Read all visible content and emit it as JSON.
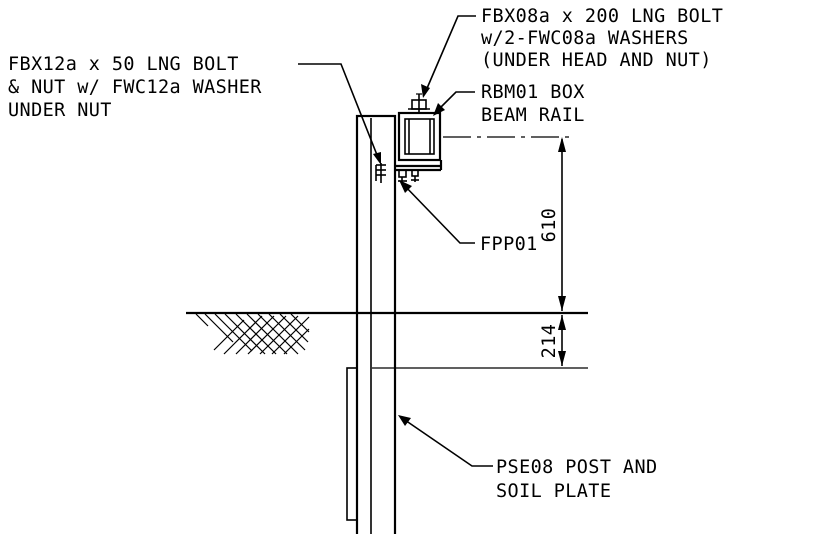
{
  "labels": {
    "fbx08_line1": "FBX08a x 200 LNG BOLT",
    "fbx08_line2": "w/2-FWC08a WASHERS",
    "fbx08_line3": "(UNDER HEAD AND NUT)",
    "fbx12_line1": "FBX12a x 50 LNG BOLT",
    "fbx12_line2": "& NUT w/ FWC12a WASHER",
    "fbx12_line3": "UNDER NUT",
    "rbm01_line1": "RBM01 BOX",
    "rbm01_line2": "BEAM RAIL",
    "fpp01": "FPP01",
    "pse08_line1": "PSE08 POST AND",
    "pse08_line2": "SOIL PLATE"
  },
  "dimensions": {
    "rail_height": "610",
    "embed_depth": "214"
  }
}
